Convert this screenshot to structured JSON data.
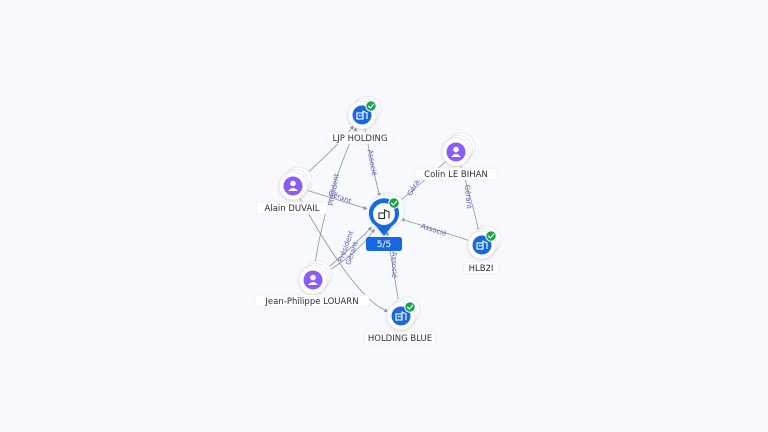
{
  "nodes": [
    {
      "id": "center",
      "kind": "center",
      "label": "",
      "verified": true,
      "icon": "building-icon"
    },
    {
      "id": "ljp",
      "kind": "company",
      "label": "LJP HOLDING",
      "verified": true,
      "icon": "building-icon"
    },
    {
      "id": "colin",
      "kind": "person",
      "label": "Colin LE BIHAN",
      "verified": false,
      "icon": "person-icon"
    },
    {
      "id": "alain",
      "kind": "person",
      "label": "Alain DUVAIL",
      "verified": false,
      "icon": "person-icon"
    },
    {
      "id": "hlb2i",
      "kind": "company",
      "label": "HLB2I",
      "verified": true,
      "icon": "building-icon"
    },
    {
      "id": "jp",
      "kind": "person",
      "label": "Jean-Philippe LOUARN",
      "verified": false,
      "icon": "person-icon"
    },
    {
      "id": "hblue",
      "kind": "company",
      "label": "HOLDING BLUE",
      "verified": true,
      "icon": "building-icon"
    }
  ],
  "edges": [
    {
      "from": "ljp",
      "to": "center",
      "label": "Associé"
    },
    {
      "from": "colin",
      "to": "center",
      "label": "Gérant"
    },
    {
      "from": "colin",
      "to": "hlb2i",
      "label": "Gérant"
    },
    {
      "from": "hlb2i",
      "to": "center",
      "label": "Associé"
    },
    {
      "from": "hblue",
      "to": "center",
      "label": "Associé"
    },
    {
      "from": "alain",
      "to": "center",
      "label": "Gérant"
    },
    {
      "from": "alain",
      "to": "ljp",
      "label": ""
    },
    {
      "from": "alain",
      "to": "hblue",
      "label": ""
    },
    {
      "from": "jp",
      "to": "center",
      "label": "Président"
    },
    {
      "from": "jp",
      "to": "ljp",
      "label": "Président"
    },
    {
      "from": "jp",
      "to": "center",
      "label": "Gérant"
    }
  ],
  "center_badge": "5/5",
  "colors": {
    "company": "#1769e0",
    "person": "#8b5cf6",
    "verified": "#16a34a",
    "pin": "#1769e0",
    "badge": "#1769e0",
    "edge": "#8a93a6",
    "edge_label": "#5b5fb0"
  }
}
